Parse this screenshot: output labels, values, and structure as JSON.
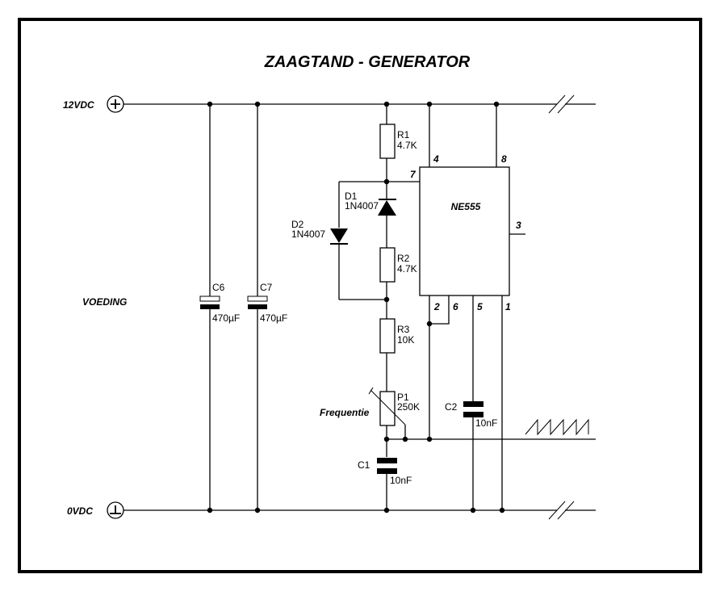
{
  "title": "ZAAGTAND - GENERATOR",
  "rails": {
    "positive": {
      "label": "12VDC",
      "symbol": "plus-terminal"
    },
    "ground": {
      "label": "0VDC",
      "symbol": "ground-terminal"
    }
  },
  "section_label": "VOEDING",
  "control_label": "Frequentie",
  "ic": {
    "name": "NE555",
    "pins": {
      "p1": "1",
      "p2": "2",
      "p3": "3",
      "p4": "4",
      "p5": "5",
      "p6": "6",
      "p7": "7",
      "p8": "8"
    }
  },
  "components": {
    "R1": {
      "ref": "R1",
      "value": "4.7K"
    },
    "R2": {
      "ref": "R2",
      "value": "4.7K"
    },
    "R3": {
      "ref": "R3",
      "value": "10K"
    },
    "P1": {
      "ref": "P1",
      "value": "250K"
    },
    "D1": {
      "ref": "D1",
      "value": "1N4007"
    },
    "D2": {
      "ref": "D2",
      "value": "1N4007"
    },
    "C1": {
      "ref": "C1",
      "value": "10nF"
    },
    "C2": {
      "ref": "C2",
      "value": "10nF"
    },
    "C6": {
      "ref": "C6",
      "value": "470µF"
    },
    "C7": {
      "ref": "C7",
      "value": "470µF"
    }
  },
  "output_waveform": "sawtooth"
}
